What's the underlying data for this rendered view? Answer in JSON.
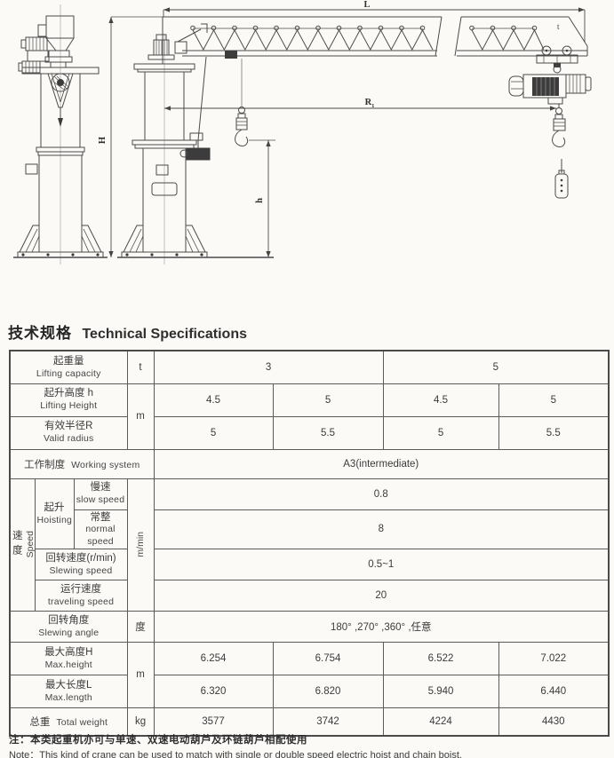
{
  "title": {
    "zh": "技术规格",
    "en": "Technical Specifications"
  },
  "drawing": {
    "labels": {
      "L": "L",
      "H": "H",
      "h": "h",
      "R": "R",
      "R_sub": "1",
      "t": "t"
    }
  },
  "table": {
    "lifting_capacity": {
      "zh": "起重量",
      "en": "Lifting  capacity",
      "unit": "t",
      "v3": "3",
      "v5": "5"
    },
    "lifting_height": {
      "zh": "起升高度 h",
      "en": "Lifting  Height",
      "unit": "m",
      "v": [
        "4.5",
        "5",
        "4.5",
        "5"
      ]
    },
    "valid_radius": {
      "zh": "有效半径R",
      "en": "Valid  radius",
      "v": [
        "5",
        "5.5",
        "5",
        "5.5"
      ]
    },
    "working_system": {
      "zh": "工作制度",
      "en": "Working system",
      "v": "A3(intermediate)"
    },
    "speed": {
      "group_zh": "速度",
      "group_en": "Speed",
      "unit": "m/min",
      "hoisting_zh": "起升",
      "hoisting_en": "Hoisting",
      "slow_zh": "慢速",
      "slow_en": "slow  speed",
      "slow_v": "0.8",
      "normal_zh": "常整",
      "normal_en": "normal  speed",
      "normal_v": "8",
      "slewing_zh": "回转速度(r/min)",
      "slewing_en": "Slewing  speed",
      "slewing_v": "0.5~1",
      "traveling_zh": "运行速度",
      "traveling_en": "traveling speed",
      "traveling_v": "20"
    },
    "slewing_angle": {
      "zh": "回转角度",
      "en": "Slewing angle",
      "unit": "度",
      "v": "180° ,270° ,360° ,任意"
    },
    "max_height": {
      "zh": "最大高度H",
      "en": "Max.height",
      "unit": "m",
      "v": [
        "6.254",
        "6.754",
        "6.522",
        "7.022"
      ]
    },
    "max_length": {
      "zh": "最大长度L",
      "en": "Max.length",
      "v": [
        "6.320",
        "6.820",
        "5.940",
        "6.440"
      ]
    },
    "total_weight": {
      "zh": "总重",
      "en": "Total weight",
      "unit": "kg",
      "v": [
        "3577",
        "3742",
        "4224",
        "4430"
      ]
    }
  },
  "notes": {
    "zh": "注：本类起重机亦可与单速、双速电动葫芦及环链葫芦相配使用",
    "en": "Note：This kind of crane can be used to match with single or double speed electric hoist and chain boist."
  },
  "colors": {
    "ink": "#3b3b3b",
    "line": "#5b5b5b",
    "bg": "#fbfaf7"
  }
}
